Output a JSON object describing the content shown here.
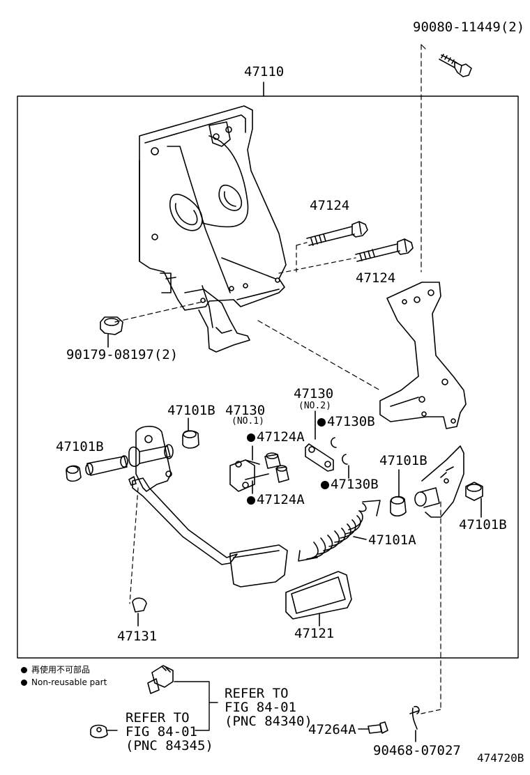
{
  "labels": {
    "bolt_top": "90080-11449(2)",
    "assembly": "47110",
    "bolt_47124_upper": "47124",
    "bolt_47124_lower": "47124",
    "nut": "90179-08197(2)",
    "link_47130_right": "47130",
    "no2": "(NO.2)",
    "clip_47130b_upper": "47130B",
    "bush_47101b_upper": "47101B",
    "link_47130_left": "47130",
    "no1": "(NO.1)",
    "pin_47124a_upper": "47124A",
    "bush_47101b_left": "47101B",
    "bush_47101b_right_upper": "47101B",
    "clip_47130b_lower": "47130B",
    "pin_47124a_lower": "47124A",
    "spring": "47101A",
    "bush_47101b_right_lower": "47101B",
    "stopper": "47131",
    "pad": "47121",
    "refer1_line1": "REFER TO",
    "refer1_line2": "FIG 84-01",
    "refer1_line3": "(PNC 84340)",
    "refer2_line1": "REFER TO",
    "refer2_line2": "FIG 84-01",
    "refer2_line3": "(PNC 84345)",
    "cushion": "47264A",
    "clip_bottom": "90468-07027",
    "figure_code": "474720B"
  },
  "legend": {
    "jp": "再使用不可部品",
    "en": "Non-reusable part"
  }
}
